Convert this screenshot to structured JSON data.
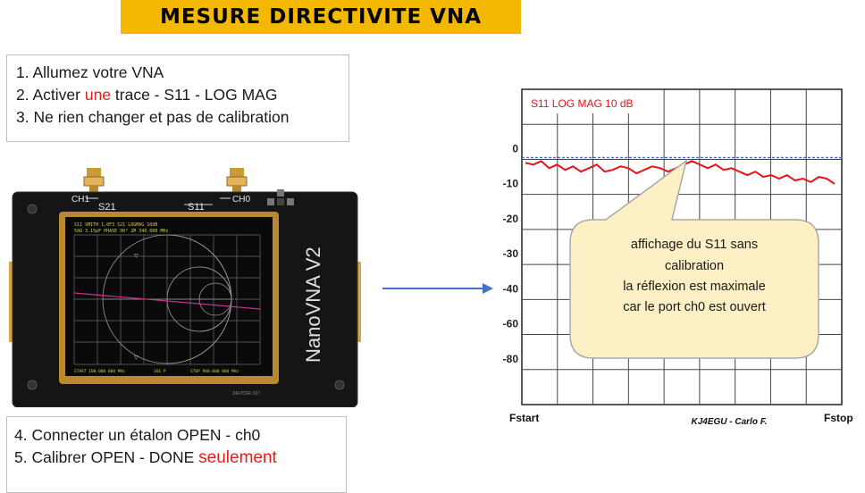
{
  "banner": {
    "title": "MESURE DIRECTIVITE  VNA"
  },
  "steps_top": {
    "s1": "1. Allumez votre VNA",
    "s2_pre": "2. Activer ",
    "s2_red": "une",
    "s2_post": " trace - S11 - LOG MAG",
    "s3": "3. Ne rien changer et pas de calibration"
  },
  "steps_bottom": {
    "s4": "4. Connecter un étalon OPEN - ch0",
    "s5_pre": "5. Calibrer OPEN - DONE  ",
    "s5_red": "seulement"
  },
  "device": {
    "brand": "NanoVNA V2",
    "port_ch1": "CH1",
    "port_ch0": "CH0",
    "label_s21": "S21",
    "label_s11": "S11",
    "screen_header_1": "S11 SMITH 1.0F3  S21 LOGMAG 10dB",
    "screen_header_2": "50Ω 3.15pF  PHASE 90°  2M 340.000 MHz",
    "screen_footer_start": "START 100.000 000 MHz",
    "screen_footer_mid": "101 P",
    "screen_footer_stop": "STOP 900.000 000 MHz",
    "serial": "24670SR-197"
  },
  "chart": {
    "trace_label": "S11  LOG MAG  10 dB",
    "y_tick_labels": [
      "0",
      "-10",
      "-20",
      "-30",
      "-40",
      "-60",
      "-80"
    ],
    "x_start": "Fstart",
    "x_stop": "Fstop",
    "credit": "KJ4EGU - Carlo F.",
    "trace_color": "#e8121b",
    "ref_color": "#4466cc"
  },
  "chart_data": {
    "type": "line",
    "title": "S11  LOG MAG  10 dB",
    "xlabel": "",
    "ylabel": "",
    "x_tick_labels": [
      "Fstart",
      "Fstop"
    ],
    "y_tick_labels": [
      "0",
      "-10",
      "-20",
      "-30",
      "-40",
      "-60",
      "-80"
    ],
    "series": [
      {
        "values": [
          -1.5,
          -2,
          -1,
          -3,
          -2,
          -3.5,
          -2.5,
          -4,
          -3,
          -2,
          -4,
          -3.5,
          -2.5,
          -3,
          -4.5,
          -3.5,
          -2.5,
          -3,
          -4,
          -3,
          -2,
          -1,
          -2,
          -3,
          -2,
          -3.5,
          -3,
          -4,
          -5,
          -4,
          -5.5,
          -5,
          -6,
          -5,
          -6.5,
          -6,
          -7,
          -5.5,
          -6,
          -7.5
        ]
      }
    ],
    "reference_line": 0,
    "grid": true
  },
  "callout": {
    "line1": "affichage du S11 sans",
    "line2": "calibration",
    "line3": "la réflexion est maximale",
    "line4": "car le port ch0 est ouvert"
  }
}
